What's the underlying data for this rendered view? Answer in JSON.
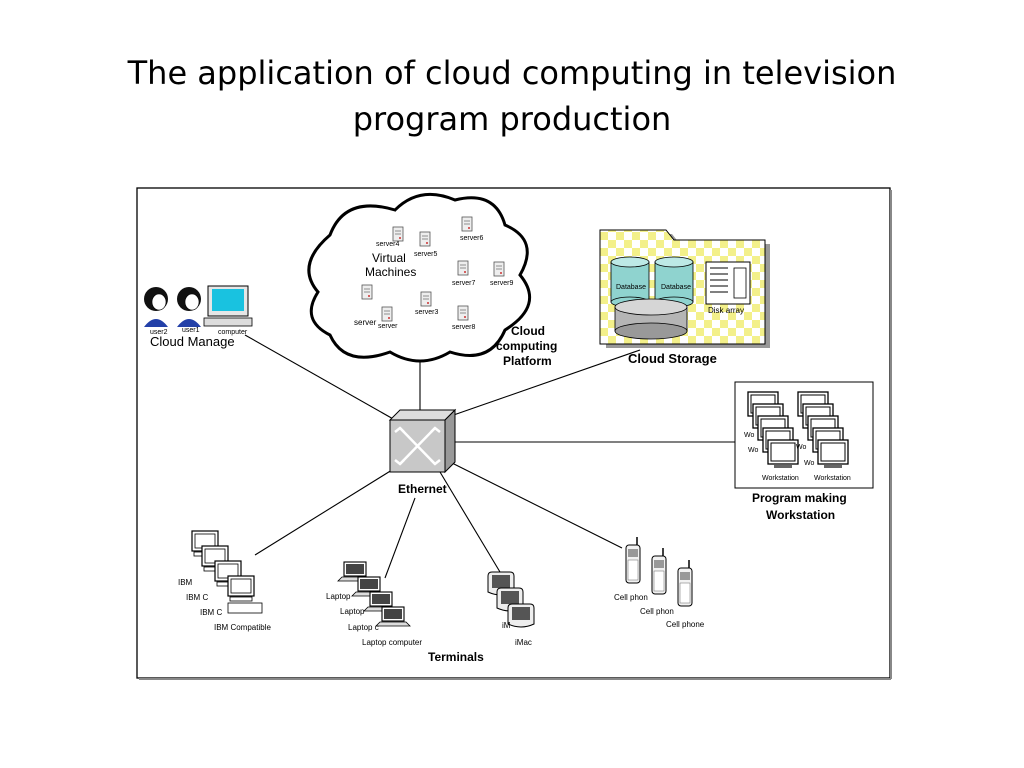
{
  "title": {
    "line1": "The application of cloud computing in television",
    "line2": "program production"
  },
  "cloud": {
    "virtual_machines_1": "Virtual",
    "virtual_machines_2": "Machines",
    "platform_1": "Cloud",
    "platform_2": "computing",
    "platform_3": "Platform",
    "servers": [
      "server4",
      "server5",
      "server6",
      "server7",
      "server9",
      "server3",
      "server8",
      "server",
      "server"
    ]
  },
  "cloud_manage": {
    "label": "Cloud Manage",
    "users": [
      "user2",
      "user1"
    ],
    "computer": "computer"
  },
  "cloud_storage": {
    "label": "Cloud Storage",
    "databases": [
      "Database",
      "Database"
    ],
    "disk_array": "Disk array"
  },
  "ethernet": {
    "label": "Ethernet"
  },
  "workstation": {
    "label_1": "Program making",
    "label_2": "Workstation",
    "items": [
      "Wo",
      "Wo",
      "Wo",
      "Wo",
      "Workstation",
      "Workstation"
    ]
  },
  "terminals": {
    "label": "Terminals",
    "ibm": [
      "IBM",
      "IBM C",
      "IBM C",
      "IBM Compatible"
    ],
    "laptop": [
      "Laptop",
      "Laptop",
      "Laptop c",
      "Laptop computer"
    ],
    "imac": [
      "iM",
      "iMac"
    ],
    "phone": [
      "Cell phon",
      "Cell phon",
      "Cell phone"
    ]
  }
}
